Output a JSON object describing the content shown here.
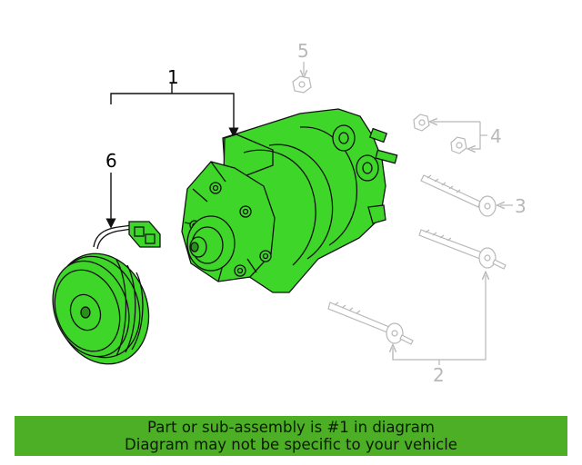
{
  "diagram": {
    "callouts": {
      "c1": "1",
      "c2": "2",
      "c3": "3",
      "c4": "4",
      "c5": "5",
      "c6": "6"
    },
    "colors": {
      "highlight": "#3fd62a",
      "outline": "#111111",
      "muted": "#b8b8b8"
    },
    "parts": {
      "compressor": "compressor-assembly",
      "clutch": "clutch-pulley-assembly",
      "bolts": "mounting-bolts",
      "nuts": "nuts",
      "stud": "stud"
    }
  },
  "banner": {
    "line1": "Part or sub-assembly is #1 in diagram",
    "line2": "Diagram may not be specific to your vehicle",
    "color": "#4caf26"
  }
}
